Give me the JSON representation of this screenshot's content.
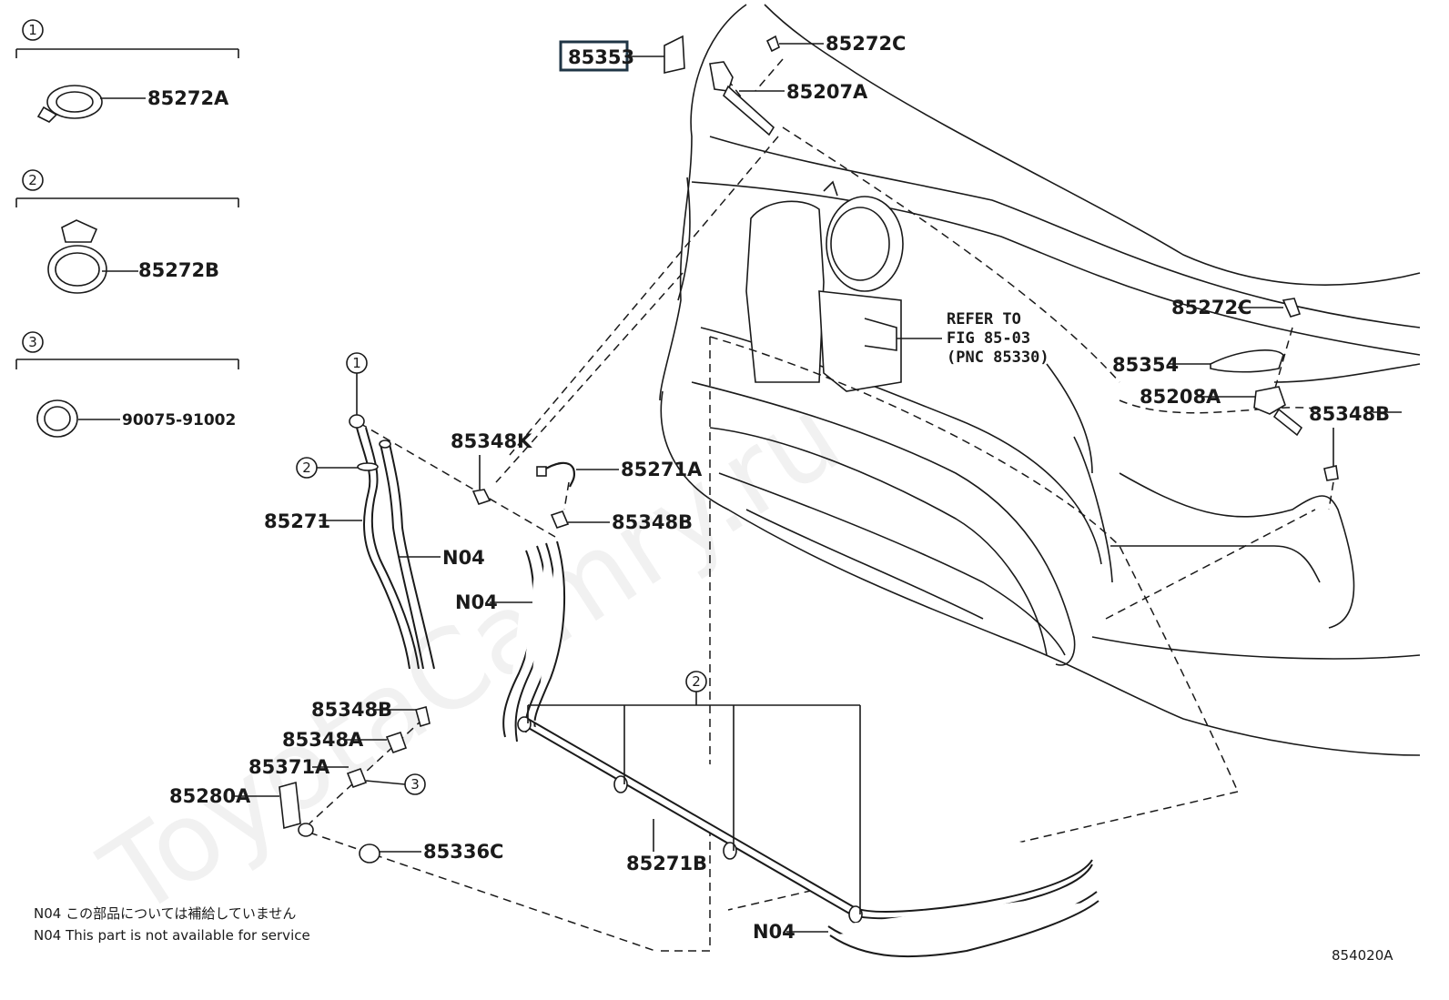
{
  "watermark": "ToyotaCamry.ru",
  "callouts": {
    "c1": "1",
    "c2": "2",
    "c3": "3"
  },
  "legend": {
    "item1_part": "85272A",
    "item2_part": "85272B",
    "item3_part": "90075-91002"
  },
  "labels": {
    "p85353": "85353",
    "p85272C_top": "85272C",
    "p85207A": "85207A",
    "p85272C_right": "85272C",
    "p85354": "85354",
    "p85208A": "85208A",
    "p85348B_right": "85348B",
    "p85348K": "85348K",
    "p85271A": "85271A",
    "p85348B_mid": "85348B",
    "p85271": "85271",
    "N04_left": "N04",
    "N04_mid": "N04",
    "p85348B_left": "85348B",
    "p85348A": "85348A",
    "p85371A": "85371A",
    "p85280A": "85280A",
    "p85336C": "85336C",
    "p85271B": "85271B",
    "N04_bottom": "N04"
  },
  "refer": {
    "line1": "REFER TO",
    "line2": "FIG 85-03",
    "line3": "(PNC 85330)"
  },
  "notes": {
    "jp": "N04 この部品については補給していません",
    "en": "N04 This part is not available for service"
  },
  "diagram_code": "854020A",
  "highlight_color": "#1f3545"
}
